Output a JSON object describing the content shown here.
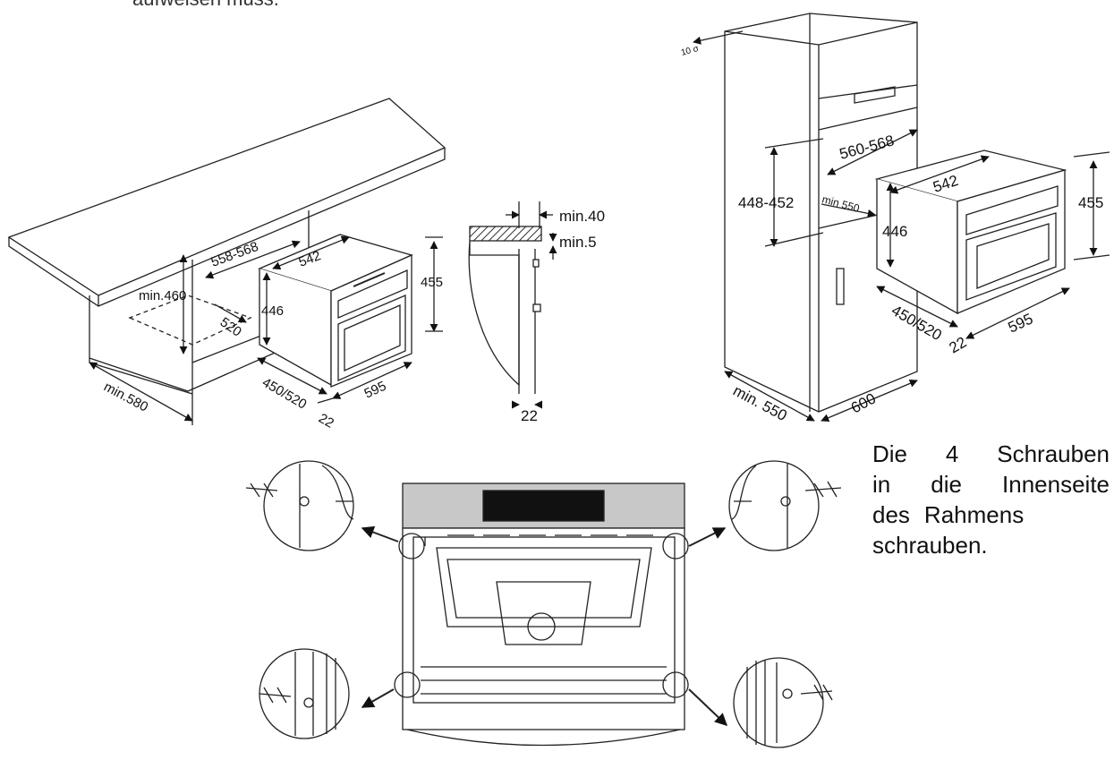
{
  "header_fragment": "aufweisen muss.",
  "under_counter": {
    "labels": {
      "depth_opening": "558-568",
      "depth_oven": "542",
      "height_oven_body": "446",
      "height_total": "455",
      "height_niche": "min.460",
      "back_gap": "520",
      "width_oven": "595",
      "width_niche": "min.580",
      "depth_option": "450/520",
      "front_offset": "22"
    }
  },
  "side_detail": {
    "labels": {
      "top_clearance": "min.40",
      "gap": "min.5",
      "front_offset": "22"
    }
  },
  "tall_cabinet": {
    "labels": {
      "top_vent": "10 σ",
      "depth_opening": "560-568",
      "depth_oven": "542",
      "height_niche": "448-452",
      "min_depth": "min 550",
      "height_oven_body": "446",
      "height_total": "455",
      "depth_option": "450/520",
      "front_offset": "22",
      "width_oven": "595",
      "cabinet_depth": "min. 550",
      "cabinet_width": "600"
    }
  },
  "instruction": {
    "line1_a": "Die",
    "line1_b": "4",
    "line1_c": "Schrauben",
    "line2_a": "in",
    "line2_b": "die",
    "line2_c": "Innenseite",
    "line3_a": "des",
    "line3_b": "Rahmens",
    "line4": "schrauben."
  }
}
